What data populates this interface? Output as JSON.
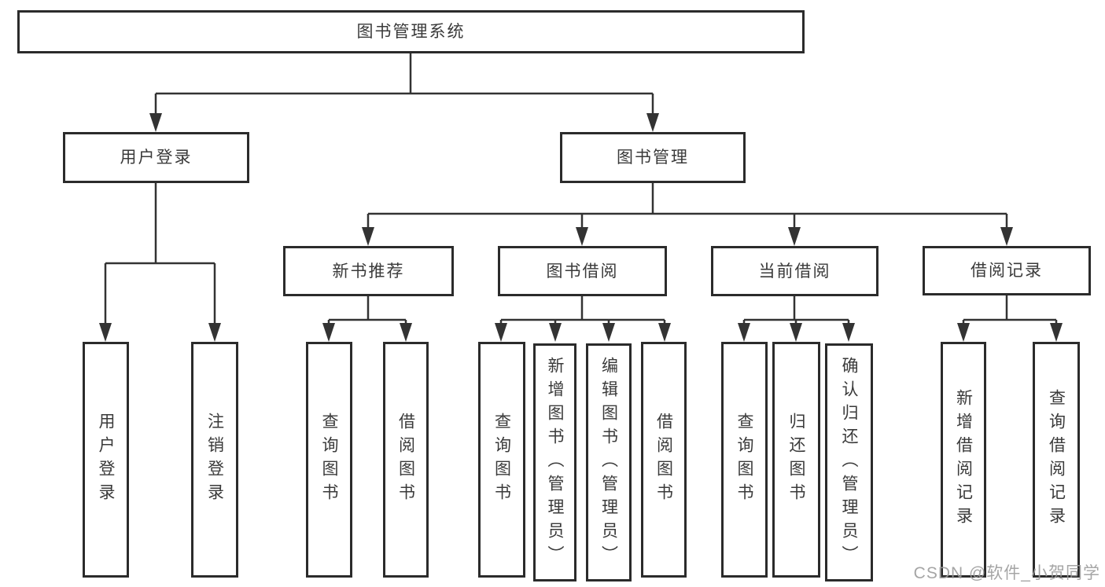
{
  "watermark": "CSDN @软件_小贺同学",
  "tree": {
    "root": {
      "label": "图书管理系统"
    },
    "children": [
      {
        "label": "用户登录",
        "children": [
          {
            "label": "用户登录"
          },
          {
            "label": "注销登录"
          }
        ]
      },
      {
        "label": "图书管理",
        "children": [
          {
            "label": "新书推荐",
            "children": [
              {
                "label": "查询图书"
              },
              {
                "label": "借阅图书"
              }
            ]
          },
          {
            "label": "图书借阅",
            "children": [
              {
                "label": "查询图书"
              },
              {
                "label": "新增图书（管理员）"
              },
              {
                "label": "编辑图书（管理员）"
              },
              {
                "label": "借阅图书"
              }
            ]
          },
          {
            "label": "当前借阅",
            "children": [
              {
                "label": "查询图书"
              },
              {
                "label": "归还图书"
              },
              {
                "label": "确认归还（管理员）"
              }
            ]
          },
          {
            "label": "借阅记录",
            "children": [
              {
                "label": "新增借阅记录"
              },
              {
                "label": "查询借阅记录"
              }
            ]
          }
        ]
      }
    ]
  },
  "colors": {
    "line": "#333333",
    "box_border": "#2b2b2b",
    "text": "#3a3a3a",
    "watermark_text": "#9c9c9c"
  }
}
